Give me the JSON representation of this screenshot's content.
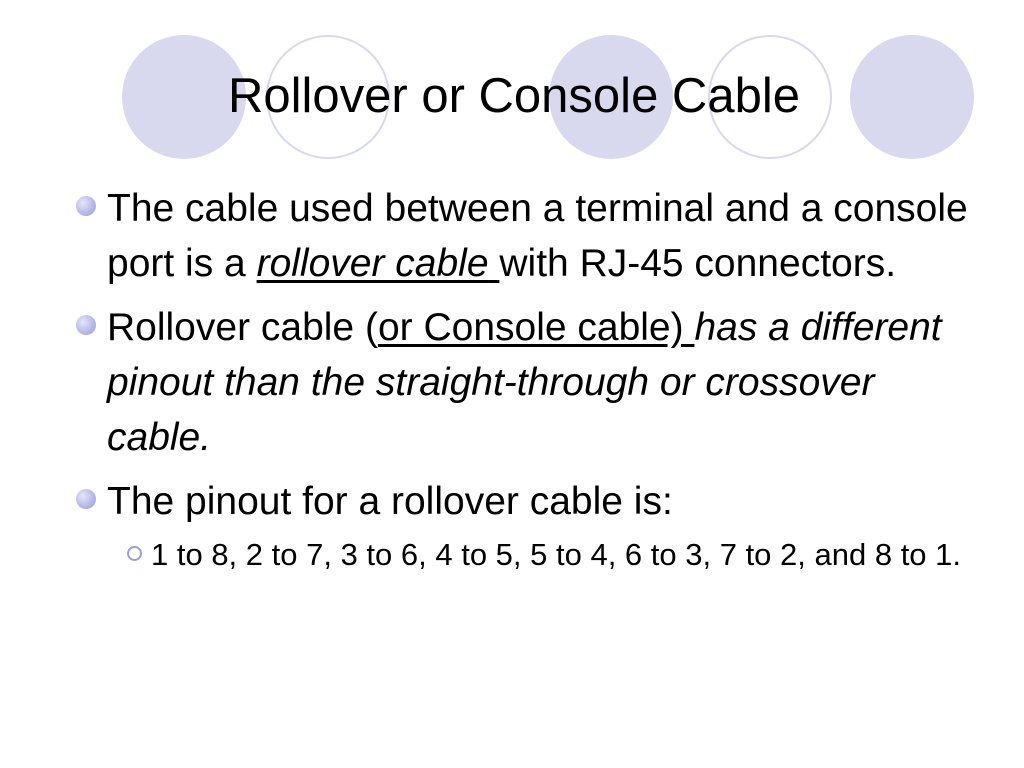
{
  "slide": {
    "title": "Rollover or Console Cable",
    "accent_color": "#d8d8ee",
    "bullet_color": "#b3b6e6",
    "bullets": [
      {
        "icon": "filled-circle-bullet",
        "text_1": "The cable used between a terminal and a console port is a ",
        "emphasis": "rollover cable",
        "spacer": " ",
        "text_2": " with RJ-45 connectors."
      },
      {
        "icon": "filled-circle-bullet",
        "text_1": "Rollover cable (",
        "underlined": "or Console cable) ",
        "spacer": " ",
        "italic": "has a different pinout than the straight-through or crossover cable."
      },
      {
        "icon": "filled-circle-bullet",
        "text_1": "The pinout for a rollover cable is:",
        "sub_bullets": [
          {
            "icon": "hollow-circle-bullet",
            "text": "1 to 8, 2 to 7, 3 to 6, 4 to 5, 5 to 4, 6 to 3, 7 to 2, and 8 to 1."
          }
        ]
      }
    ]
  }
}
